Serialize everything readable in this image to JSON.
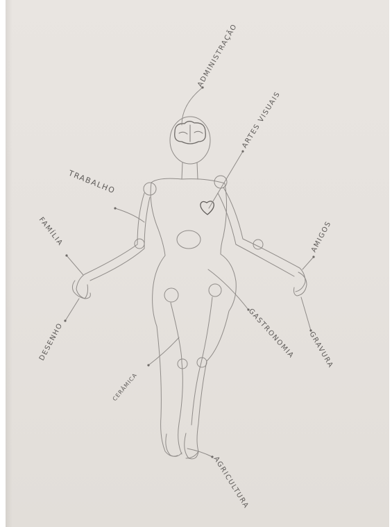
{
  "annotations": {
    "administracao": "ADMINISTRAÇÃO",
    "artes_visuais": "ARTES VISUAIS",
    "trabalho": "TRABALHO",
    "familia": "FAMÍLIA",
    "amigos": "AMIGOS",
    "desenho": "DESENHO",
    "gravura": "GRAVURA",
    "gastronomia": "GASTRONOMIA",
    "ceramica": "CERÂMICA",
    "agricultura": "AGRICULTURA"
  }
}
